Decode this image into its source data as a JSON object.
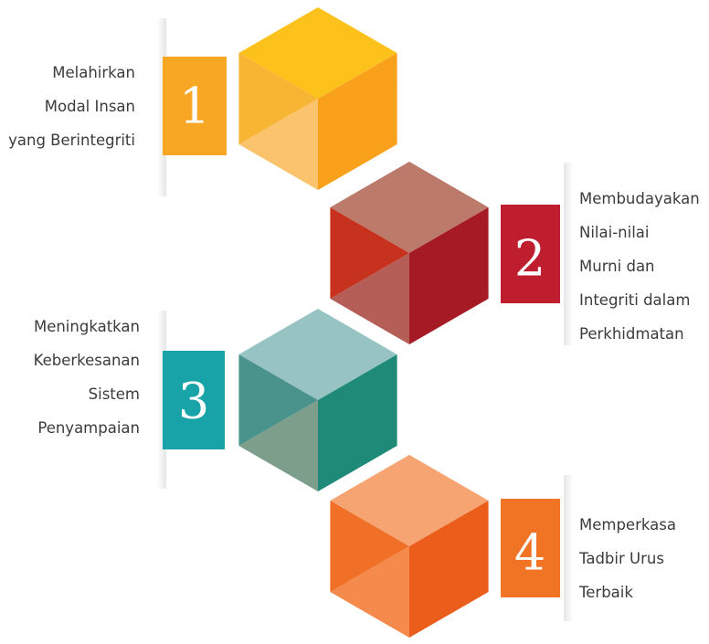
{
  "items": [
    {
      "number": "1",
      "lines": [
        "Melahirkan",
        "Modal Insan",
        "yang Berintegriti"
      ],
      "tab_color": "#f8a724",
      "hex": {
        "top": "#fcc21b",
        "right": "#f9a11b",
        "lower": "#fbc36c",
        "left": "#f7b534"
      }
    },
    {
      "number": "2",
      "lines": [
        "Membudayakan",
        "Nilai-nilai",
        "Murni dan",
        "Integriti dalam",
        "Perkhidmatan"
      ],
      "tab_color": "#bf1e2e",
      "hex": {
        "top": "#bc7a6a",
        "right": "#a51a24",
        "lower": "#b55e58",
        "left": "#c6321e"
      }
    },
    {
      "number": "3",
      "lines": [
        "Meningkatkan",
        "Keberkesanan",
        "Sistem",
        "Penyampaian"
      ],
      "tab_color": "#17a3a8",
      "hex": {
        "top": "#97c3c3",
        "right": "#1f8a78",
        "lower": "#7d9e8a",
        "left": "#4a938c"
      }
    },
    {
      "number": "4",
      "lines": [
        "Memperkasa",
        "Tadbir Urus",
        "Terbaik"
      ],
      "tab_color": "#f07424",
      "hex": {
        "top": "#f6a472",
        "right": "#ea5d1a",
        "lower": "#f48a4c",
        "left": "#ef7026"
      }
    }
  ]
}
